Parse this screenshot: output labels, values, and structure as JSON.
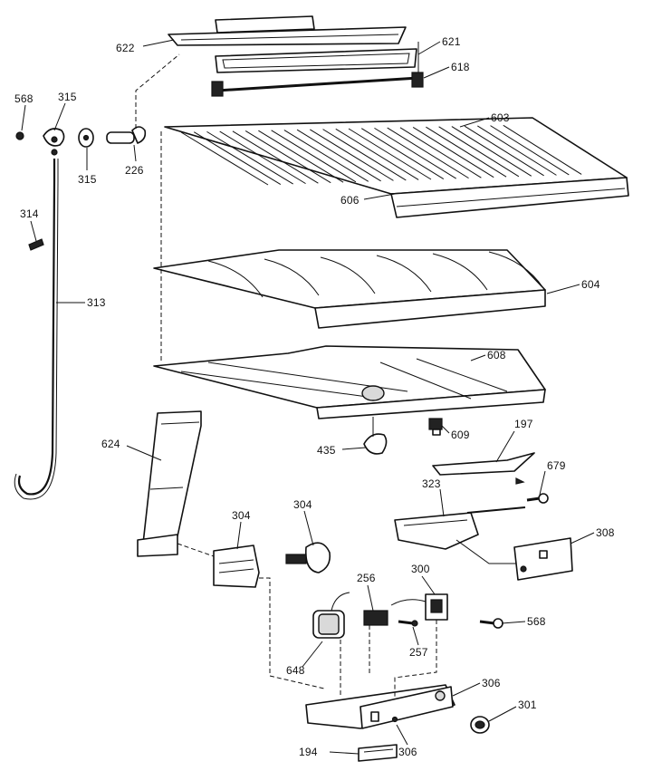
{
  "callouts": {
    "l622": "622",
    "l621": "621",
    "l618": "618",
    "l568a": "568",
    "l315a": "315",
    "l315b": "315",
    "l226": "226",
    "l603": "603",
    "l606": "606",
    "l314": "314",
    "l313": "313",
    "l604": "604",
    "l608": "608",
    "l609": "609",
    "l435": "435",
    "l197": "197",
    "l624": "624",
    "l679": "679",
    "l323": "323",
    "l304a": "304",
    "l304b": "304",
    "l308": "308",
    "l256": "256",
    "l300": "300",
    "l568b": "568",
    "l257": "257",
    "l648": "648",
    "l306a": "306",
    "l301": "301",
    "l306b": "306",
    "l194": "194"
  }
}
